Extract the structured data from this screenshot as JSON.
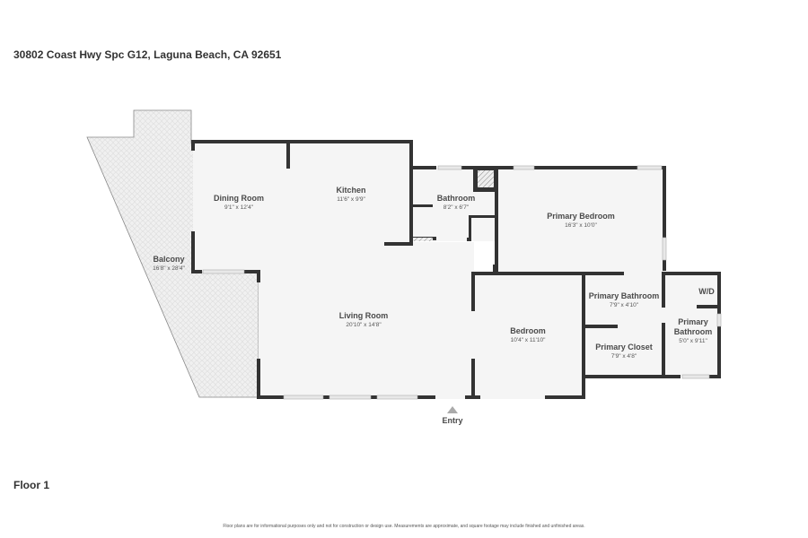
{
  "header": {
    "address": "30802 Coast Hwy Spc G12, Laguna Beach, CA 92651"
  },
  "floor_label": "Floor 1",
  "disclaimer": "Floor plans are for informational purposes only and not for construction or design use. Measurements are approximate, and square footage may include finished and unfinished areas.",
  "rooms": {
    "balcony": {
      "name": "Balcony",
      "dim": "16'8\" x 28'4\""
    },
    "dining": {
      "name": "Dining Room",
      "dim": "9'1\" x 12'4\""
    },
    "kitchen": {
      "name": "Kitchen",
      "dim": "11'6\" x 9'9\""
    },
    "bathroom": {
      "name": "Bathroom",
      "dim": "8'2\" x 6'7\""
    },
    "primary_bedroom": {
      "name": "Primary Bedroom",
      "dim": "16'3\" x 10'0\""
    },
    "living": {
      "name": "Living Room",
      "dim": "20'10\" x 14'8\""
    },
    "bedroom": {
      "name": "Bedroom",
      "dim": "10'4\" x 11'10\""
    },
    "primary_bathroom_1": {
      "name": "Primary Bathroom",
      "dim": "7'9\" x 4'10\""
    },
    "primary_closet": {
      "name": "Primary Closet",
      "dim": "7'9\" x 4'8\""
    },
    "wd": {
      "name": "W/D"
    },
    "primary_bathroom_2": {
      "name_line1": "Primary",
      "name_line2": "Bathroom",
      "dim": "5'0\" x 9'11\""
    }
  },
  "entry_label": "Entry",
  "colors": {
    "wall": "#333333",
    "floor": "#f4f4f4",
    "balcony": "#ececec",
    "background": "#ffffff"
  }
}
